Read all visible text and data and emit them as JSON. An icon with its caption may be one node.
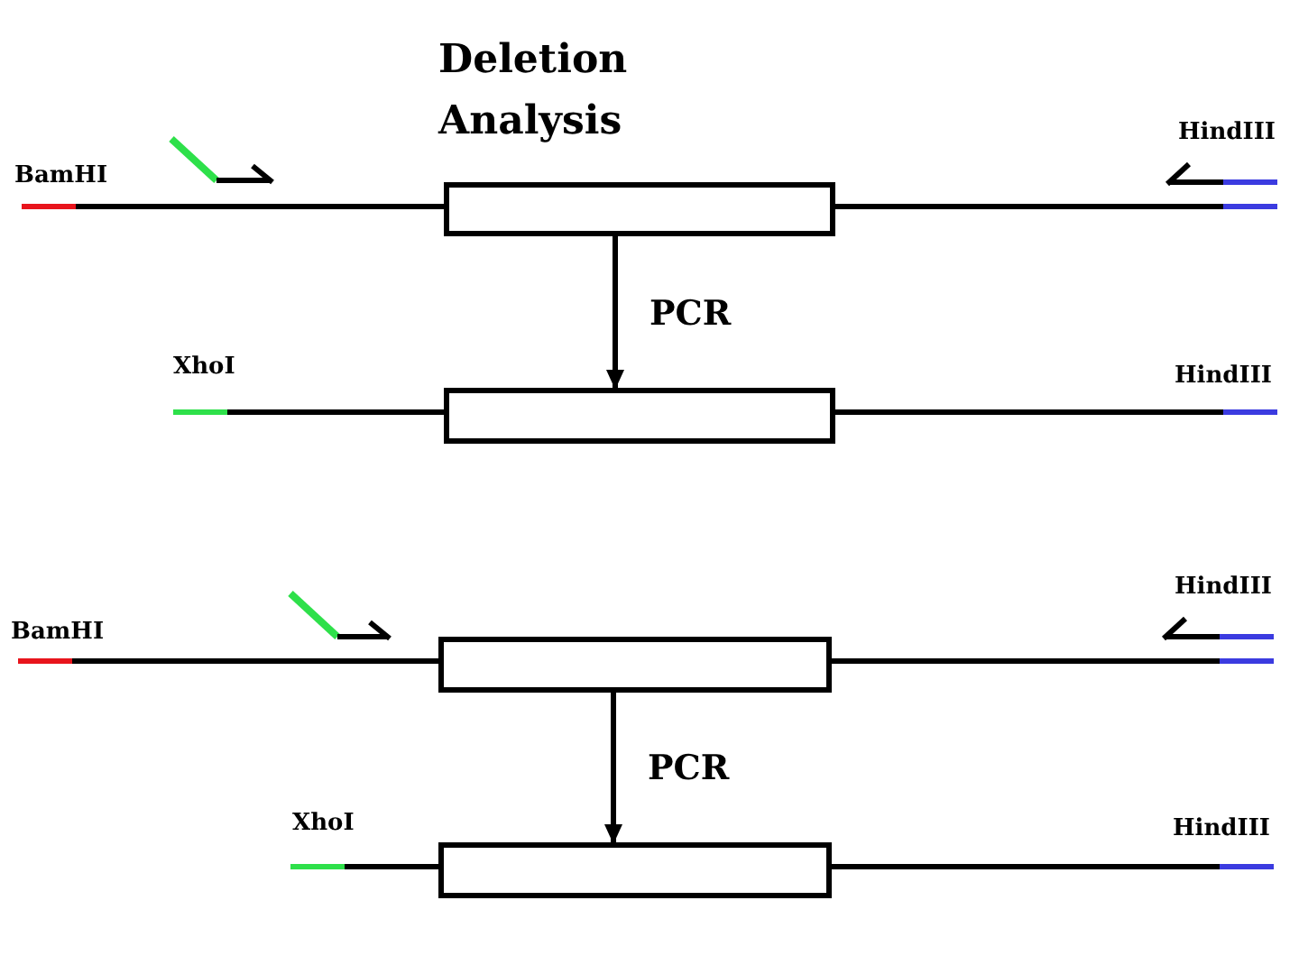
{
  "diagram": {
    "title": "Deletion Analysis",
    "nodes": [
      {
        "text": [
          "BamHI"
        ]
      },
      {
        "text": [],
        "shape": "box"
      },
      {
        "text": [
          "HindIII"
        ]
      },
      {
        "text": [
          "XhoI"
        ]
      },
      {
        "text": [],
        "shape": "box"
      },
      {
        "text": [
          "HindIII"
        ]
      },
      {
        "text": [
          "BamHI"
        ]
      },
      {
        "text": [],
        "shape": "box"
      },
      {
        "text": [
          "HindIII"
        ]
      },
      {
        "text": [
          "XhoI"
        ]
      },
      {
        "text": [],
        "shape": "box"
      },
      {
        "text": [
          "HindIII"
        ]
      }
    ],
    "edges": [
      {
        "from": 0,
        "to": 1,
        "arrow": "none"
      },
      {
        "from": 1,
        "to": 2,
        "arrow": "none"
      },
      {
        "from": 1,
        "to": 4,
        "arrow": "to",
        "label": "PCR"
      },
      {
        "from": 3,
        "to": 4,
        "arrow": "none"
      },
      {
        "from": 4,
        "to": 5,
        "arrow": "none"
      },
      {
        "from": 6,
        "to": 7,
        "arrow": "none"
      },
      {
        "from": 7,
        "to": 8,
        "arrow": "none"
      },
      {
        "from": 7,
        "to": 10,
        "arrow": "to",
        "label": "PCR"
      },
      {
        "from": 9,
        "to": 10,
        "arrow": "none"
      },
      {
        "from": 10,
        "to": 11,
        "arrow": "none"
      }
    ]
  }
}
